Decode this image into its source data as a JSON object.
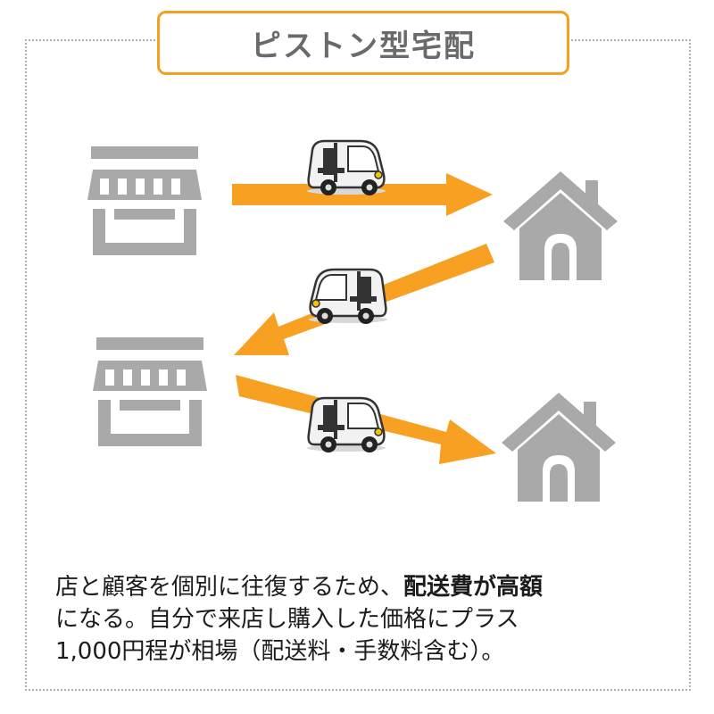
{
  "title": "ピストン型宅配",
  "colors": {
    "accent": "#f5a11e",
    "arrow": "#f7a021",
    "icon_gray": "#a9a9a9"
  },
  "icons": [
    "shop-icon",
    "house-icon",
    "delivery-vehicle-icon",
    "arrow-icon"
  ],
  "caption": {
    "line1_a": "店と顧客を個別に往復するため、",
    "line1_b": "配送費が高額",
    "line2": "になる。自分で来店し購入した価格にプラス",
    "line3": "1,000円程が相場（配送料・手数料含む）。"
  }
}
